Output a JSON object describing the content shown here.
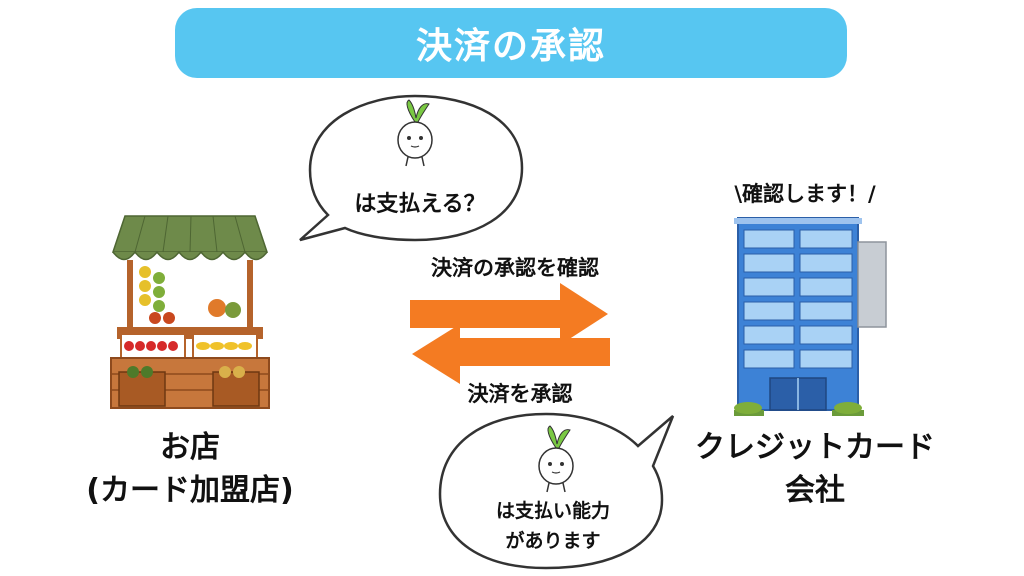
{
  "title": "決済の承認",
  "bubble_top": {
    "text": "は支払える？"
  },
  "bubble_bottom": {
    "line1": "は支払い能力",
    "line2": "があります"
  },
  "arrow_right_label": "決済の承認を確認",
  "arrow_left_label": "決済を承認",
  "shop": {
    "line1": "お店",
    "line2": "(カード加盟店)"
  },
  "company": {
    "callout": "\\確認します！/",
    "line1": "クレジットカード",
    "line2": "会社"
  },
  "colors": {
    "banner": "#57c6f1",
    "arrow": "#f47b22",
    "awning": "#6e8a4a",
    "wood": "#b5632b",
    "building": "#3d82d6"
  }
}
